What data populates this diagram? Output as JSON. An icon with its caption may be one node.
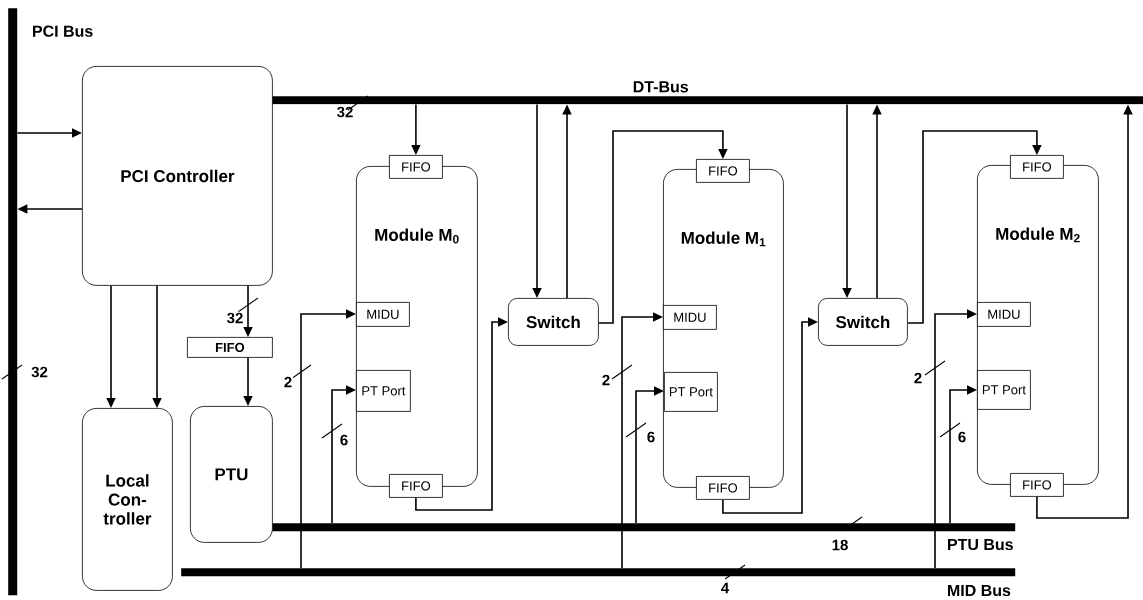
{
  "diagram": {
    "nodes": [
      {
        "text": [
          "PCI Bus"
        ],
        "beside": [
          "32"
        ]
      },
      {
        "text": [
          "DT-Bus"
        ],
        "beside": [
          "32"
        ]
      },
      {
        "text": [
          "PTU Bus"
        ],
        "beside": [
          "18"
        ]
      },
      {
        "text": [
          "MID Bus"
        ],
        "beside": [
          "4"
        ]
      },
      {
        "text": [
          "PCI Controller"
        ]
      },
      {
        "text": [
          "Local Con- troller"
        ]
      },
      {
        "text": [
          "FIFO"
        ]
      },
      {
        "text": [
          "PTU"
        ]
      },
      {
        "text": [
          "Module M$_{0}$"
        ]
      },
      {
        "text": [
          "FIFO"
        ],
        "in": 8
      },
      {
        "text": [
          "MIDU"
        ],
        "in": 8
      },
      {
        "text": [
          "PT Port"
        ],
        "in": 8
      },
      {
        "text": [
          "FIFO"
        ],
        "in": 8
      },
      {
        "text": [
          "Switch"
        ]
      },
      {
        "text": [
          "Module M$_{1}$"
        ]
      },
      {
        "text": [
          "FIFO"
        ],
        "in": 14
      },
      {
        "text": [
          "MIDU"
        ],
        "in": 14
      },
      {
        "text": [
          "PT Port"
        ],
        "in": 14
      },
      {
        "text": [
          "FIFO"
        ],
        "in": 14
      },
      {
        "text": [
          "Switch"
        ]
      },
      {
        "text": [
          "Module M$_{2}$"
        ]
      },
      {
        "text": [
          "FIFO"
        ],
        "in": 20
      },
      {
        "text": [
          "MIDU"
        ],
        "in": 20
      },
      {
        "text": [
          "PT Port"
        ],
        "in": 20
      },
      {
        "text": [
          "FIFO"
        ],
        "in": 20
      }
    ],
    "edges": [
      {
        "from": 0,
        "to": 4,
        "arrow": "to"
      },
      {
        "from": 4,
        "to": 0,
        "arrow": "to"
      },
      {
        "from": 4,
        "to": 5,
        "arrow": "to"
      },
      {
        "from": 4,
        "to": 5,
        "arrow": "to"
      },
      {
        "from": 4,
        "to": 6,
        "arrow": "to",
        "label": "32"
      },
      {
        "from": 6,
        "to": 7,
        "arrow": "to"
      },
      {
        "from": 1,
        "to": 9,
        "arrow": "to"
      },
      {
        "from": 12,
        "to": 13,
        "arrow": "to"
      },
      {
        "from": 1,
        "to": 13,
        "arrow": "to"
      },
      {
        "from": 13,
        "to": 1,
        "arrow": "to"
      },
      {
        "from": 13,
        "to": 15,
        "arrow": "to"
      },
      {
        "from": 3,
        "to": 10,
        "arrow": "to",
        "label": "2"
      },
      {
        "from": 2,
        "to": 11,
        "arrow": "to",
        "label": "6"
      },
      {
        "from": 3,
        "to": 16,
        "arrow": "to",
        "label": "2"
      },
      {
        "from": 2,
        "to": 17,
        "arrow": "to",
        "label": "6"
      },
      {
        "from": 18,
        "to": 19,
        "arrow": "to"
      },
      {
        "from": 1,
        "to": 19,
        "arrow": "to"
      },
      {
        "from": 19,
        "to": 1,
        "arrow": "to"
      },
      {
        "from": 19,
        "to": 21,
        "arrow": "to"
      },
      {
        "from": 3,
        "to": 22,
        "arrow": "to",
        "label": "2"
      },
      {
        "from": 2,
        "to": 23,
        "arrow": "to",
        "label": "6"
      },
      {
        "from": 24,
        "to": 1,
        "arrow": "to"
      }
    ]
  }
}
